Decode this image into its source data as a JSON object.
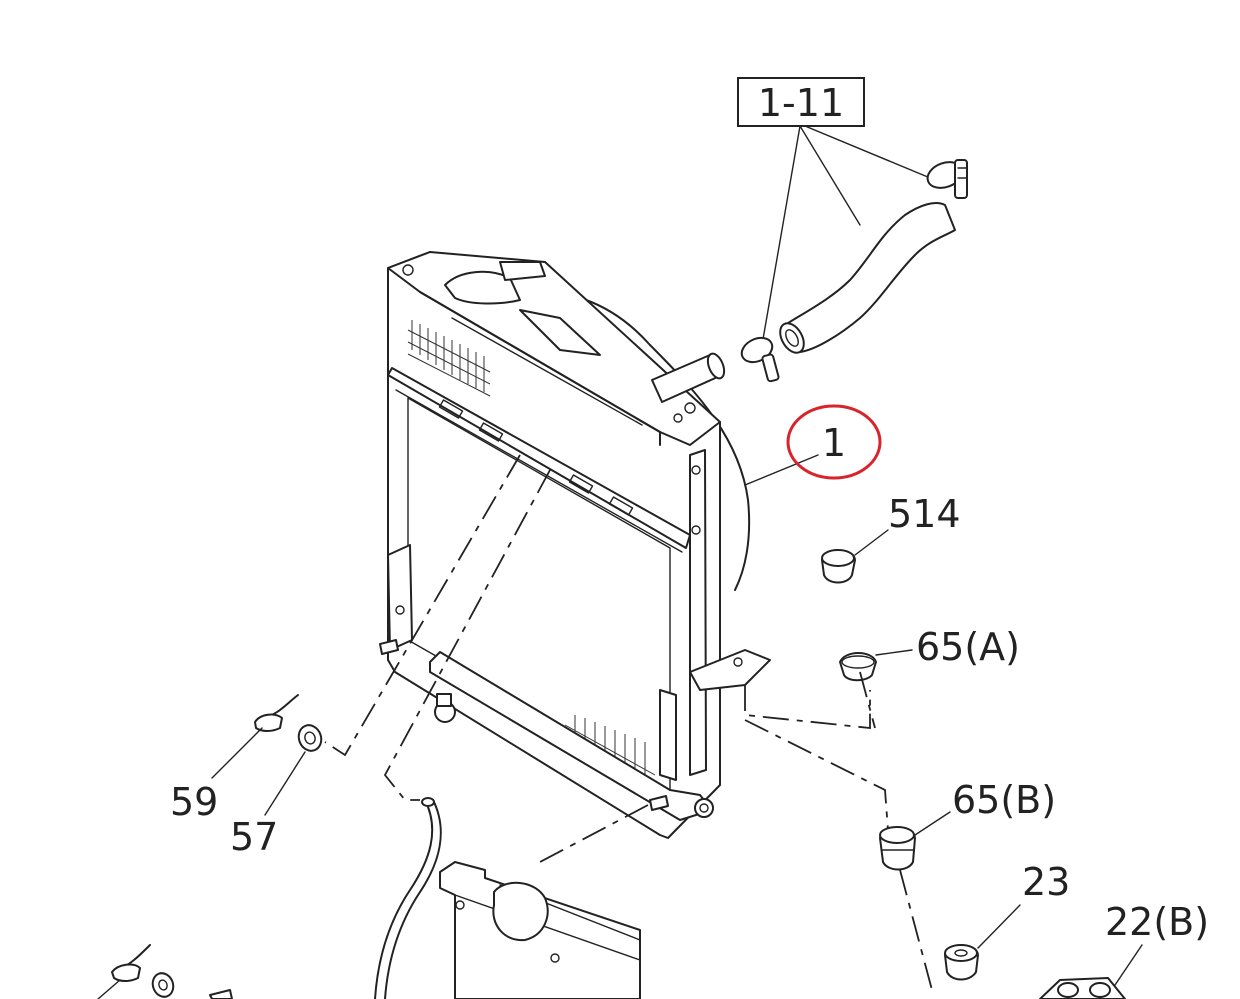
{
  "callouts": {
    "ref_box": "1-11",
    "radiator": "1",
    "n514": "514",
    "n65a": "65(A)",
    "n65b": "65(B)",
    "n59": "59",
    "n57": "57",
    "n23": "23",
    "n22b": "22(B)"
  },
  "colors": {
    "line": "#222222",
    "highlight": "#d8242a",
    "background": "#ffffff"
  }
}
